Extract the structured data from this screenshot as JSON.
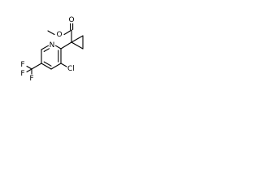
{
  "molecule": {
    "atoms": {
      "ester_o_methyl": "O",
      "carbonyl_o": "O",
      "ring_n": "N",
      "chlorine": "Cl",
      "f1": "F",
      "f2": "F",
      "f3": "F"
    }
  }
}
